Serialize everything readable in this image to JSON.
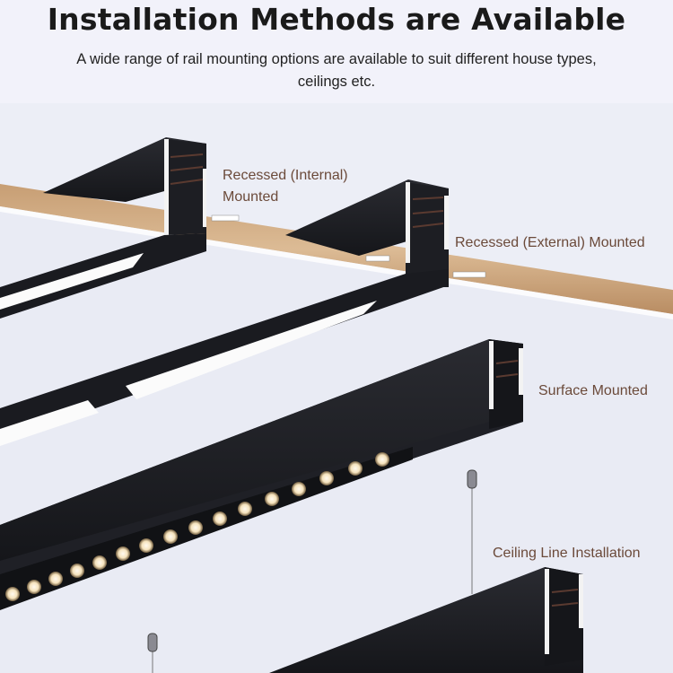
{
  "header": {
    "title": "Installation Methods are Available",
    "subtitle": "A wide range of rail mounting options are available to suit different house types, ceilings etc."
  },
  "labels": [
    {
      "id": "recessed-internal",
      "text": "Recessed (Internal) Mounted"
    },
    {
      "id": "recessed-external",
      "text": "Recessed (External) Mounted"
    },
    {
      "id": "surface",
      "text": "Surface Mounted"
    },
    {
      "id": "ceiling-line",
      "text": "Ceiling Line Installation"
    }
  ],
  "colors": {
    "background": "#eef0f7",
    "rail_black": "#1c1d22",
    "wood": "#d2b08a",
    "label_text": "#6b4a3a",
    "led_warm": "#fff3d6"
  },
  "illustration": {
    "rails": [
      "recessed-internal rail",
      "recessed-external rail",
      "surface-mounted rail with LED spot module",
      "suspended ceiling-line rail"
    ],
    "suspension_cables": 2
  }
}
